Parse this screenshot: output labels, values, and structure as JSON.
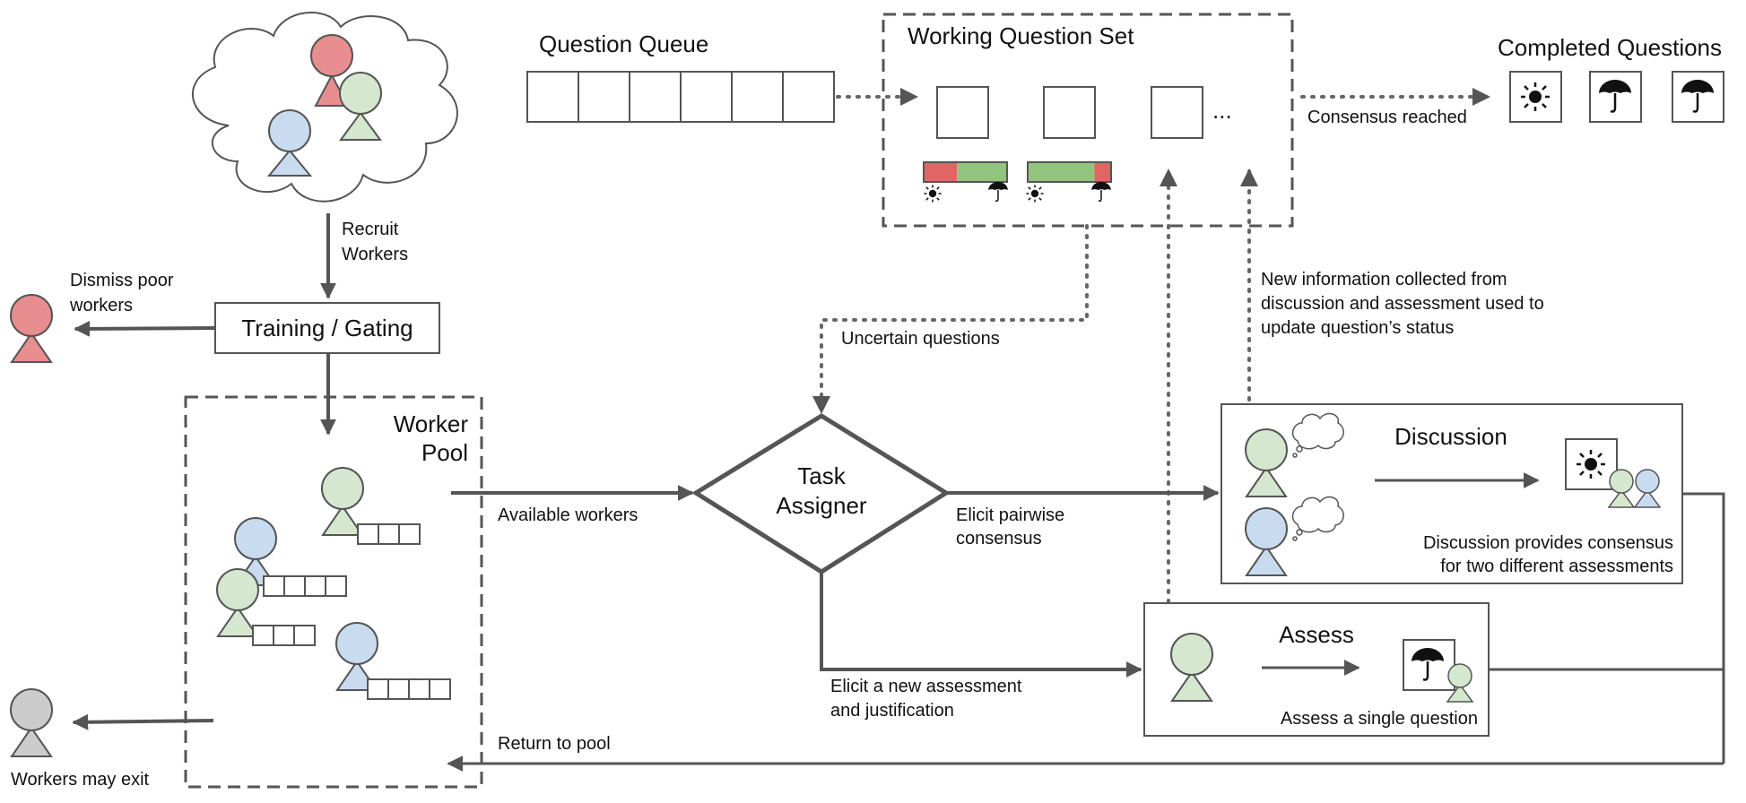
{
  "colors": {
    "red": "#e88d90",
    "green": "#d5e8cf",
    "blue": "#c9dcef",
    "gray": "#cccccc",
    "bar_red": "#e06666",
    "bar_green": "#93c47d",
    "line": "#555555"
  },
  "icons": [
    "sun-icon",
    "umbrella-icon",
    "thought-cloud-icon",
    "person-icon",
    "crowd-cloud-icon"
  ],
  "labels": {
    "recruit": [
      "Recruit",
      "Workers"
    ],
    "dismiss": [
      "Dismiss poor",
      "workers"
    ],
    "training": "Training / Gating",
    "worker_pool": [
      "Worker",
      "Pool"
    ],
    "workers_exit": "Workers may exit",
    "question_queue": "Question Queue",
    "working_set": "Working Question Set",
    "ellipsis": "...",
    "completed": "Completed Questions",
    "consensus_reached": "Consensus reached",
    "uncertain": "Uncertain questions",
    "new_info": [
      "New information collected from",
      "discussion and assessment used to",
      "update question’s status"
    ],
    "task_assigner": [
      "Task",
      "Assigner"
    ],
    "available": "Available workers",
    "pairwise": [
      "Elicit pairwise",
      "consensus"
    ],
    "discussion": "Discussion",
    "discussion_note": [
      "Discussion provides consensus",
      "for two different assessments"
    ],
    "elicit_new": [
      "Elicit a new assessment",
      "and justification"
    ],
    "assess": "Assess",
    "assess_note": "Assess a single question",
    "return_pool": "Return to pool"
  },
  "working_set": {
    "bars": [
      {
        "red": 0.4,
        "green": 0.6
      },
      {
        "red": 0.2,
        "green": 0.8
      }
    ]
  }
}
